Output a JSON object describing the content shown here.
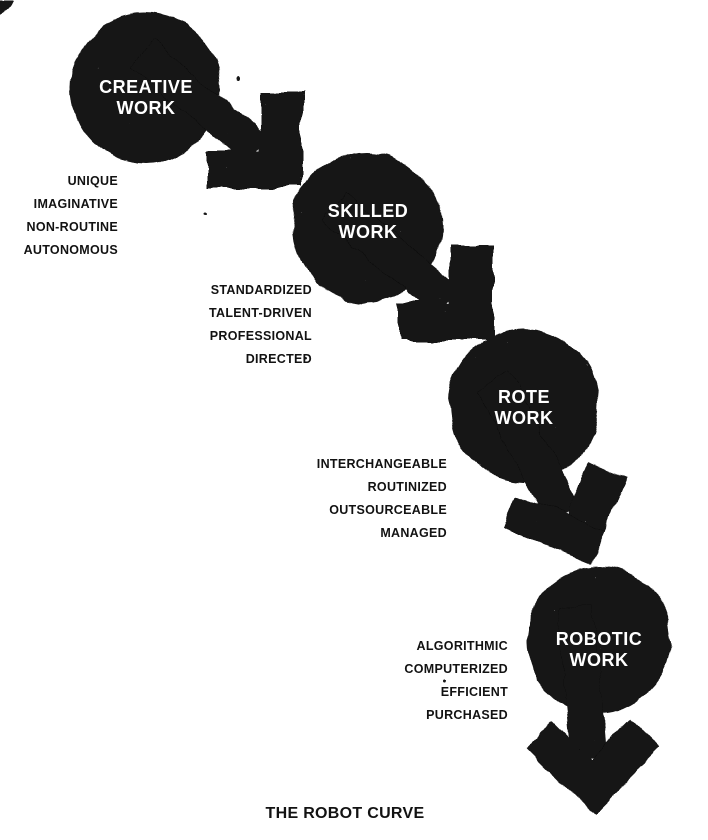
{
  "diagram": {
    "title": "THE ROBOT CURVE",
    "stages": [
      {
        "label": "CREATIVE WORK",
        "line1": "CREATIVE",
        "line2": "WORK",
        "traits": [
          "UNIQUE",
          "IMAGINATIVE",
          "NON-ROUTINE",
          "AUTONOMOUS"
        ]
      },
      {
        "label": "SKILLED WORK",
        "line1": "SKILLED",
        "line2": "WORK",
        "traits": [
          "STANDARDIZED",
          "TALENT-DRIVEN",
          "PROFESSIONAL",
          "DIRECTED"
        ]
      },
      {
        "label": "ROTE WORK",
        "line1": "ROTE",
        "line2": "WORK",
        "traits": [
          "INTERCHANGEABLE",
          "ROUTINIZED",
          "OUTSOURCEABLE",
          "MANAGED"
        ]
      },
      {
        "label": "ROBOTIC WORK",
        "line1": "ROBOTIC",
        "line2": "WORK",
        "traits": [
          "ALGORITHMIC",
          "COMPUTERIZED",
          "EFFICIENT",
          "PURCHASED"
        ]
      }
    ]
  },
  "colors": {
    "ink": "#121212",
    "paper": "#ffffff",
    "stage-text": "#ffffff"
  }
}
